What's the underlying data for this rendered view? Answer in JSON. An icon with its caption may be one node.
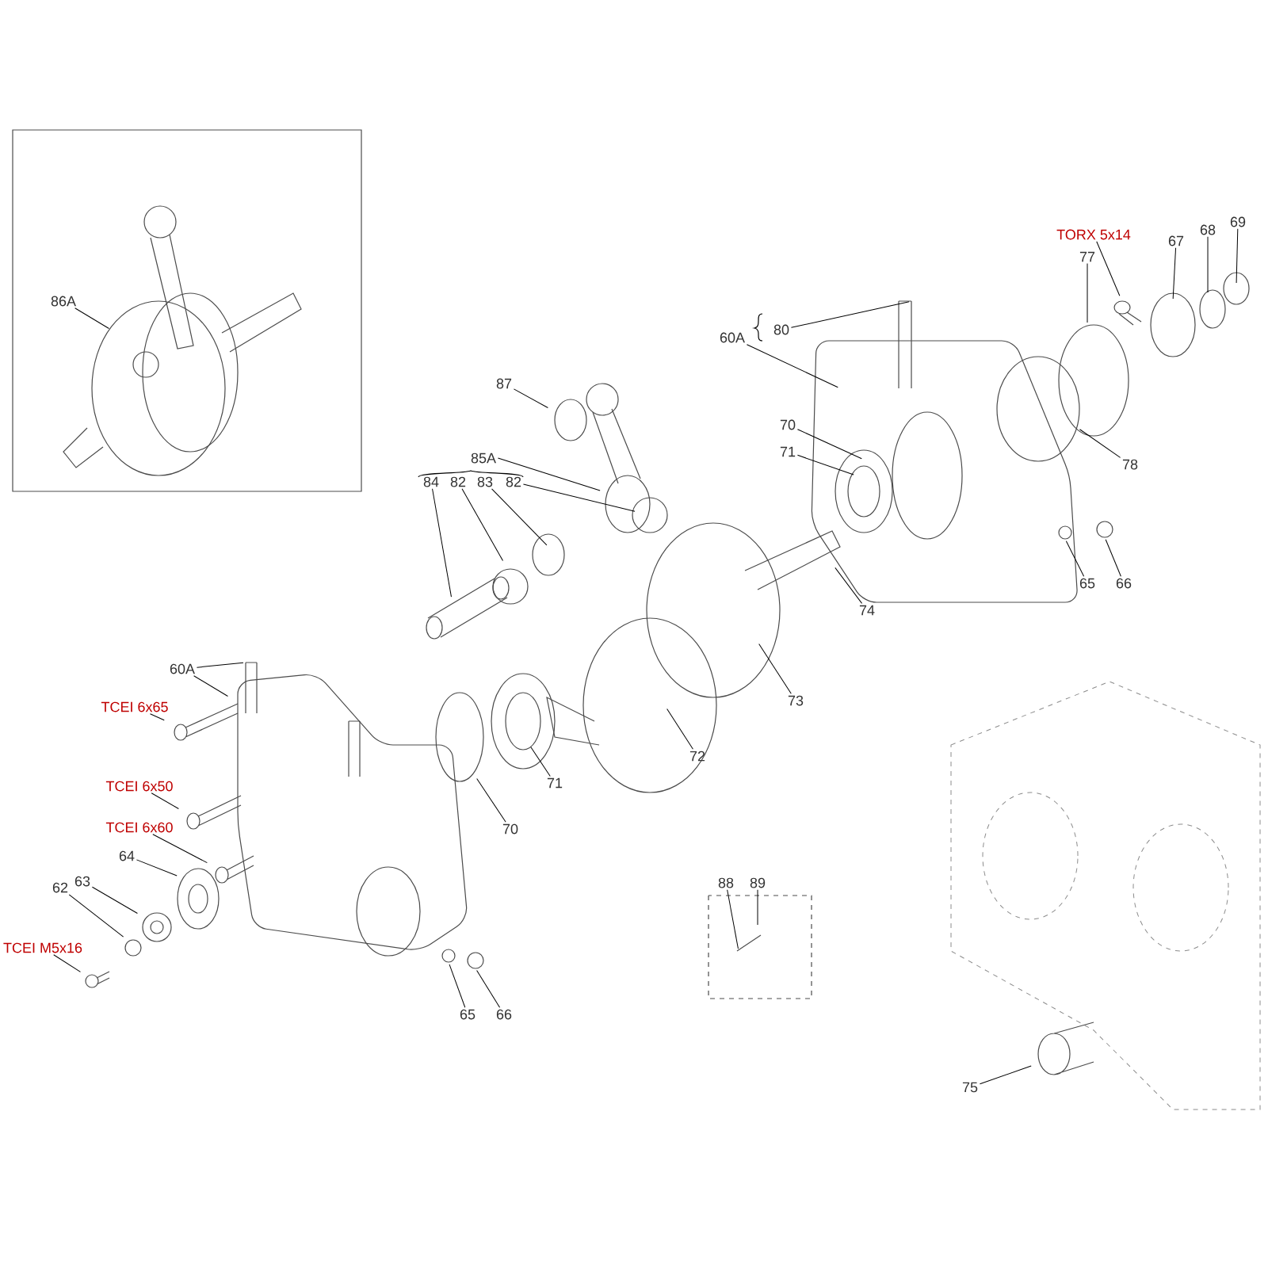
{
  "diagram": {
    "nodes": [
      {
        "text": [
          "86A"
        ]
      },
      {
        "text": [
          "TORX 5x14"
        ]
      },
      {
        "text": [
          "77"
        ]
      },
      {
        "text": [
          "67"
        ]
      },
      {
        "text": [
          "68"
        ]
      },
      {
        "text": [
          "69"
        ]
      },
      {
        "text": [
          "60A"
        ]
      },
      {
        "text": [
          "80"
        ]
      },
      {
        "text": [
          "70"
        ]
      },
      {
        "text": [
          "71"
        ]
      },
      {
        "text": [
          "78"
        ]
      },
      {
        "text": [
          "65"
        ]
      },
      {
        "text": [
          "66"
        ]
      },
      {
        "text": [
          "74"
        ]
      },
      {
        "text": [
          "87"
        ]
      },
      {
        "text": [
          "85A"
        ]
      },
      {
        "text": [
          "84"
        ]
      },
      {
        "text": [
          "82"
        ]
      },
      {
        "text": [
          "83"
        ]
      },
      {
        "text": [
          "82"
        ]
      },
      {
        "text": [
          "73"
        ]
      },
      {
        "text": [
          "72"
        ]
      },
      {
        "text": [
          "71"
        ]
      },
      {
        "text": [
          "70"
        ]
      },
      {
        "text": [
          "60A"
        ]
      },
      {
        "text": [
          "TCEI 6x65"
        ]
      },
      {
        "text": [
          "TCEI 6x50"
        ]
      },
      {
        "text": [
          "TCEI 6x60"
        ]
      },
      {
        "text": [
          "64"
        ]
      },
      {
        "text": [
          "63"
        ]
      },
      {
        "text": [
          "62"
        ]
      },
      {
        "text": [
          "TCEI M5x16"
        ]
      },
      {
        "text": [
          "65"
        ]
      },
      {
        "text": [
          "66"
        ]
      },
      {
        "text": [
          "88"
        ]
      },
      {
        "text": [
          "89"
        ]
      },
      {
        "text": [
          "75"
        ]
      }
    ],
    "edges": [
      {
        "from": 0,
        "to": null,
        "arrow": "none"
      },
      {
        "from": 1,
        "to": null,
        "arrow": "none"
      },
      {
        "from": 2,
        "to": null,
        "arrow": "none"
      },
      {
        "from": 3,
        "to": null,
        "arrow": "none"
      },
      {
        "from": 4,
        "to": null,
        "arrow": "none"
      },
      {
        "from": 5,
        "to": null,
        "arrow": "none"
      },
      {
        "from": 6,
        "to": null,
        "arrow": "none"
      },
      {
        "from": 7,
        "to": null,
        "arrow": "none"
      },
      {
        "from": 8,
        "to": null,
        "arrow": "none"
      },
      {
        "from": 9,
        "to": null,
        "arrow": "none"
      },
      {
        "from": 10,
        "to": null,
        "arrow": "none"
      },
      {
        "from": 11,
        "to": null,
        "arrow": "none"
      },
      {
        "from": 12,
        "to": null,
        "arrow": "none"
      },
      {
        "from": 13,
        "to": null,
        "arrow": "none"
      },
      {
        "from": 14,
        "to": null,
        "arrow": "none"
      },
      {
        "from": 15,
        "to": null,
        "arrow": "none"
      },
      {
        "from": 16,
        "to": null,
        "arrow": "none"
      },
      {
        "from": 17,
        "to": null,
        "arrow": "none"
      },
      {
        "from": 18,
        "to": null,
        "arrow": "none"
      },
      {
        "from": 19,
        "to": null,
        "arrow": "none"
      },
      {
        "from": 20,
        "to": null,
        "arrow": "none"
      },
      {
        "from": 21,
        "to": null,
        "arrow": "none"
      },
      {
        "from": 22,
        "to": null,
        "arrow": "none"
      },
      {
        "from": 23,
        "to": null,
        "arrow": "none"
      },
      {
        "from": 24,
        "to": null,
        "arrow": "none"
      },
      {
        "from": 24,
        "to": null,
        "arrow": "none"
      },
      {
        "from": 25,
        "to": null,
        "arrow": "none"
      },
      {
        "from": 26,
        "to": null,
        "arrow": "none"
      },
      {
        "from": 27,
        "to": null,
        "arrow": "none"
      },
      {
        "from": 28,
        "to": null,
        "arrow": "none"
      },
      {
        "from": 29,
        "to": null,
        "arrow": "none"
      },
      {
        "from": 30,
        "to": null,
        "arrow": "none"
      },
      {
        "from": 31,
        "to": null,
        "arrow": "none"
      },
      {
        "from": 32,
        "to": null,
        "arrow": "none"
      },
      {
        "from": 33,
        "to": null,
        "arrow": "none"
      },
      {
        "from": 34,
        "to": null,
        "arrow": "none"
      },
      {
        "from": 35,
        "to": null,
        "arrow": "none"
      },
      {
        "from": 36,
        "to": null,
        "arrow": "none"
      }
    ]
  }
}
